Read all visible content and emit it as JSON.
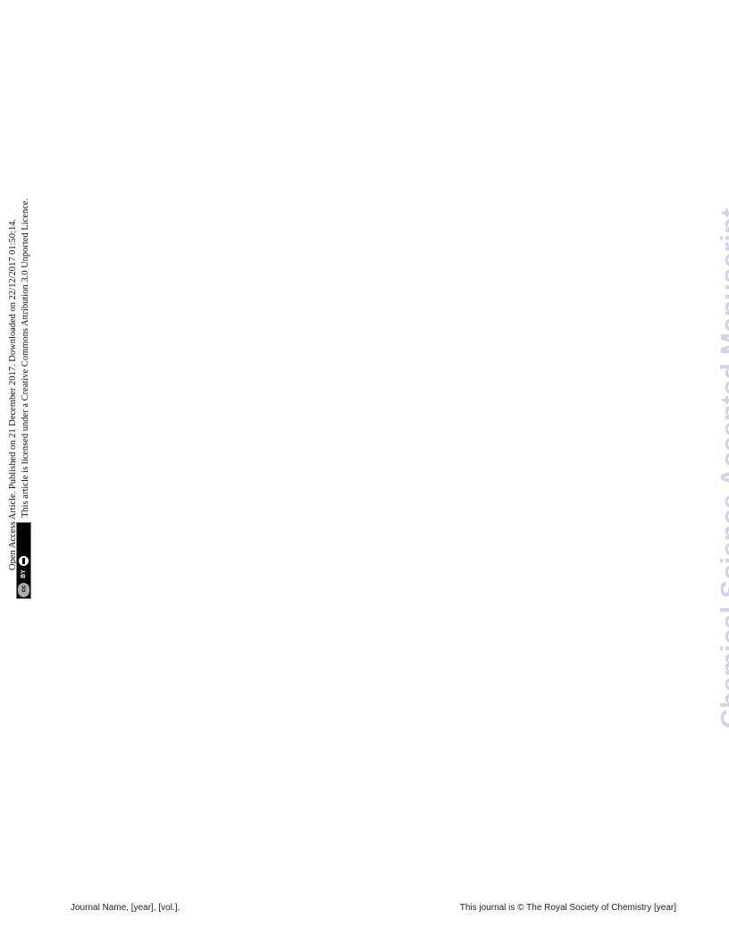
{
  "open_access": {
    "line1": "Open Access Article. Published on 21 December 2017. Downloaded on 22/12/2017 01:50:14.",
    "line2": "This article is licensed under a Creative Commons Attribution 3.0 Unported Licence.",
    "badge": {
      "cc": "cc",
      "by": "BY"
    }
  },
  "watermark": "Chemical Science Accepted Manuscript",
  "footer": {
    "left": "Journal Name, [year], [vol.],",
    "right": "This journal is © The Royal Society of Chemistry [year]"
  }
}
